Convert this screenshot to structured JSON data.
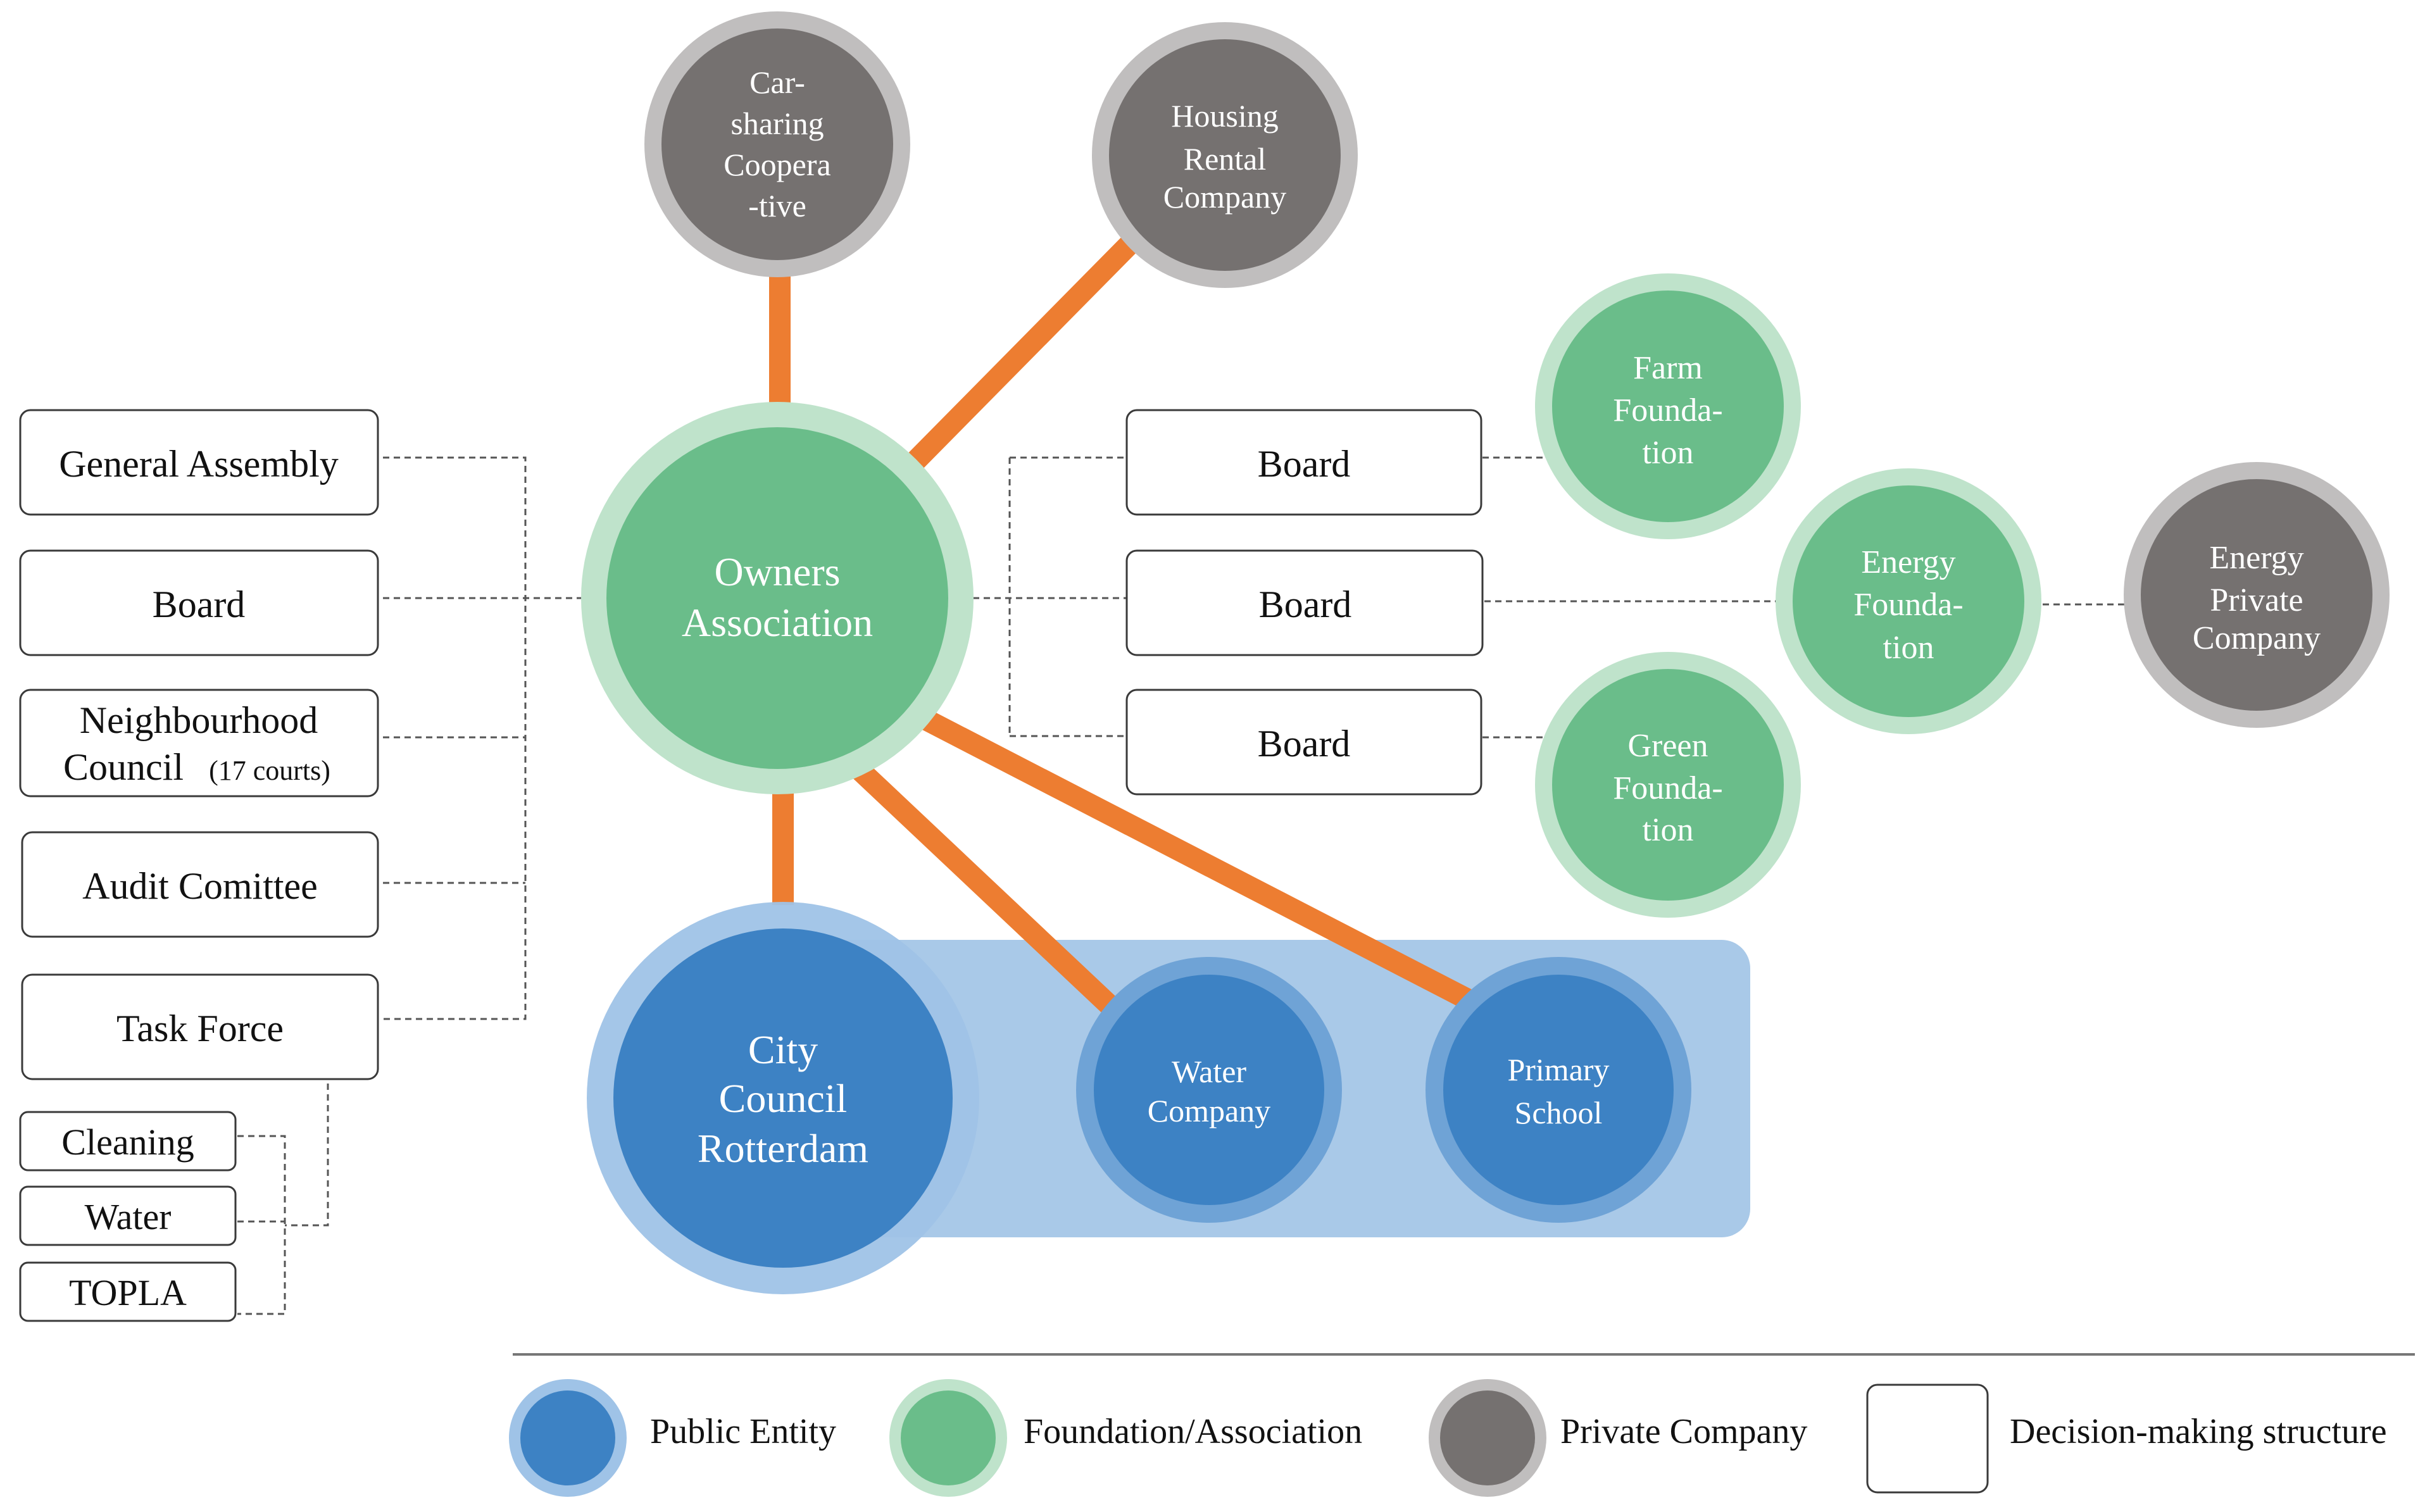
{
  "colors": {
    "public_entity": "#3d82c4",
    "public_entity_ring": "#9fc3e7",
    "public_band": "#a9c9e8",
    "foundation": "#6abd8a",
    "foundation_ring": "#bfe3cb",
    "private_company": "#757170",
    "private_company_ring": "#c0bebe",
    "link": "#ed7d31",
    "dashed_line": "#555555",
    "box_border": "#3a3a3a"
  },
  "nodes": {
    "carsharing": {
      "lines": [
        "Car-",
        "sharing",
        "Coopera",
        "-tive"
      ],
      "type": "private_company"
    },
    "housing": {
      "lines": [
        "Housing",
        "Rental",
        "Company"
      ],
      "type": "private_company"
    },
    "owners": {
      "lines": [
        "Owners",
        "Association"
      ],
      "type": "foundation"
    },
    "farm": {
      "lines": [
        "Farm",
        "Founda-",
        "tion"
      ],
      "type": "foundation"
    },
    "energy_foundation": {
      "lines": [
        "Energy",
        "Founda-",
        "tion"
      ],
      "type": "foundation"
    },
    "energy_private": {
      "lines": [
        "Energy",
        "Private",
        "Company"
      ],
      "type": "private_company"
    },
    "green": {
      "lines": [
        "Green",
        "Founda-",
        "tion"
      ],
      "type": "foundation"
    },
    "city_council": {
      "lines": [
        "City",
        "Council",
        "Rotterdam"
      ],
      "type": "public_entity"
    },
    "water_company": {
      "lines": [
        "Water",
        "Company"
      ],
      "type": "public_entity"
    },
    "primary_school": {
      "lines": [
        "Primary",
        "School"
      ],
      "type": "public_entity"
    }
  },
  "left_boxes": {
    "general_assembly": "General Assembly",
    "board": "Board",
    "neighbourhood_line1": "Neighbourhood",
    "neighbourhood_line2": "Council",
    "neighbourhood_note": "(17 courts)",
    "audit": "Audit Comittee",
    "task_force": "Task Force",
    "cleaning": "Cleaning",
    "water": "Water",
    "topla": "TOPLA"
  },
  "right_boxes": {
    "board_farm": "Board",
    "board_energy": "Board",
    "board_green": "Board"
  },
  "legend": {
    "public_entity": "Public  Entity",
    "foundation": "Foundation/Association",
    "private_company": "Private  Company",
    "decision_making": "Decision-making  structure"
  }
}
